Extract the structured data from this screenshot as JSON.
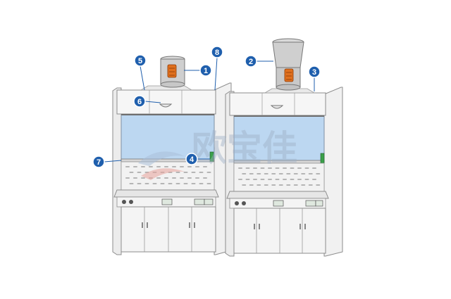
{
  "watermark": {
    "text": "欧宝佳",
    "colors": {
      "text": "#9fb0c6",
      "swoosh_red": "#e8a29a",
      "swoosh_blue": "#a9bfd8"
    }
  },
  "colors": {
    "callout_fill": "#1f5fad",
    "callout_stroke": "#ffffff",
    "leader": "#1f5fad",
    "glass": "#bcd7f1",
    "outline": "#8c8c8c",
    "cabinet": "#f4f4f4",
    "fan": "#e0701e",
    "indicator": "#3aa04a"
  },
  "callouts": [
    {
      "number": "1",
      "target": "exhaust-fan-duct"
    },
    {
      "number": "2",
      "target": "exhaust-fan-duct-large"
    },
    {
      "number": "3",
      "target": "top-right-corner"
    },
    {
      "number": "4",
      "target": "sash-indicator"
    },
    {
      "number": "5",
      "target": "top-panel"
    },
    {
      "number": "6",
      "target": "top-lamp"
    },
    {
      "number": "7",
      "target": "sash-bottom-rail"
    },
    {
      "number": "8",
      "target": "side-post"
    }
  ]
}
